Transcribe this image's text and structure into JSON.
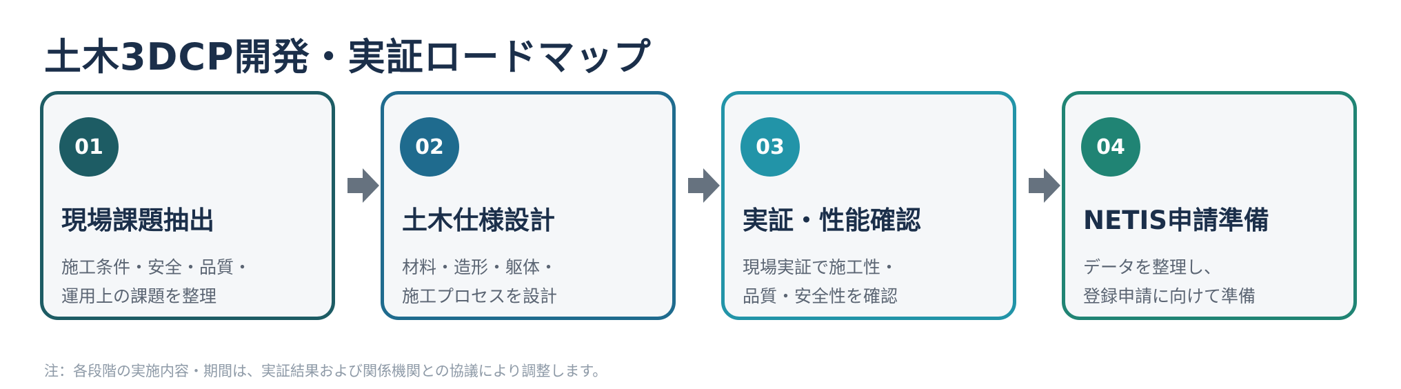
{
  "title": "土木3DCP開発・実証ロードマップ",
  "steps": [
    {
      "number": "01",
      "title": "現場課題抽出",
      "desc_lines": [
        "施工条件・安全・品質・",
        "運用上の課題を整理"
      ],
      "color": "#1d5c64"
    },
    {
      "number": "02",
      "title": "土木仕様設計",
      "desc_lines": [
        "材料・造形・躯体・",
        "施工プロセスを設計"
      ],
      "color": "#1f6b8e"
    },
    {
      "number": "03",
      "title": "実証・性能確認",
      "desc_lines": [
        "現場実証で施工性・",
        "品質・安全性を確認"
      ],
      "color": "#2294a8"
    },
    {
      "number": "04",
      "title": "NETIS申請準備",
      "desc_lines": [
        "データを整理し、",
        "登録申請に向けて準備"
      ],
      "color": "#208474"
    }
  ],
  "arrow_color": "#66727f",
  "note": "注：各段階の実施内容・期間は、実証結果および関係機関との協議により調整します。"
}
